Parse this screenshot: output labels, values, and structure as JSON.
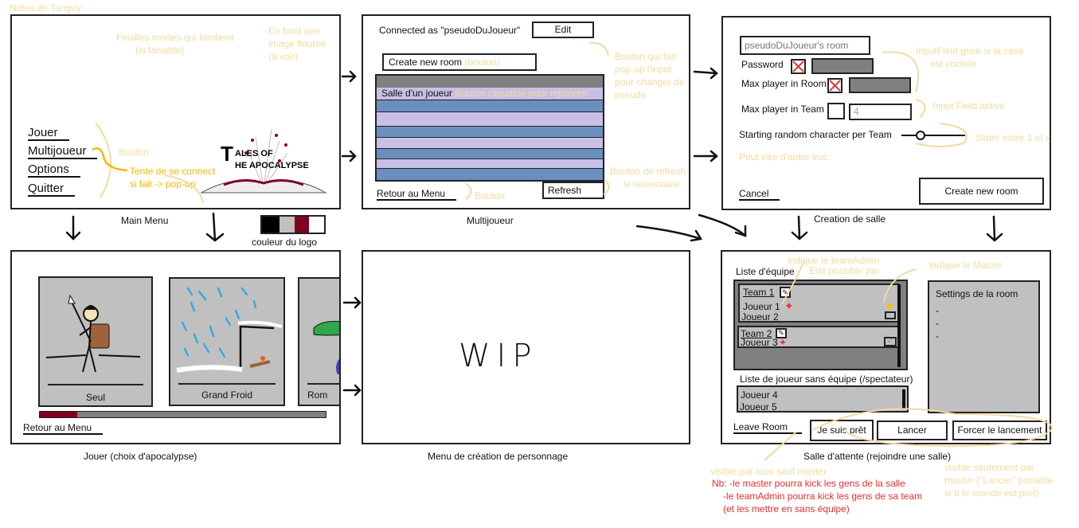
{
  "author_note": "Notes de Tanguy",
  "colors": {
    "note": "#f0dca0",
    "note_bright": "#f5b800",
    "red": "#e53030",
    "logo": [
      "#000000",
      "#c0c0c0",
      "#800020",
      "#ffffff"
    ],
    "row_purple": "#c8c0e4",
    "row_blue": "#6a8fbf"
  },
  "main_menu": {
    "caption": "Main Menu",
    "items": [
      "Jouer",
      "Multijoueur",
      "Options",
      "Quitter"
    ],
    "notes": {
      "leaves": "Feuilles mortes qui tombent",
      "leaves2": "(si faisable)",
      "bg": [
        "En fond une",
        "image floutée",
        "(à voir)"
      ],
      "button": "Bouton",
      "connect": "Tente de se connect",
      "connect2": "si fail -> pop-up"
    },
    "logo": {
      "line1": "TALES OF",
      "line2": "THE APOCALYPSE"
    },
    "logo_colors_caption": "couleur du logo"
  },
  "multi": {
    "caption": "Multijoueur",
    "connected": "Connected as \"pseudoDuJoueur\"",
    "edit": "Edit",
    "create": "Create new room",
    "create_note": "(bouton)",
    "room_row": "Salle d'un joueur",
    "room_note": "Bouton cliquable pour rejoindre",
    "refresh": "Refresh",
    "back": "Retour au Menu",
    "notes": {
      "edit": [
        "Bouton qui fait",
        "pop-up l'input",
        "pour changer de",
        "pseudo"
      ],
      "refresh": [
        "Bouton de refresh",
        "si necessaire"
      ],
      "back": "Bouton"
    }
  },
  "create_room": {
    "caption": "Creation de salle",
    "room_name_placeholder": "pseudoDuJoueur's room",
    "password": "Password",
    "max_room": "Max player in Room",
    "max_team": "Max player in Team",
    "max_team_value": "4",
    "slider_label": "Starting random character per Team",
    "slider_value": 0.3,
    "more": "Peut etre d'autre truc",
    "cancel": "Cancel",
    "create": "Create new room",
    "notes": {
      "greyed": [
        "InputField grisé si la case",
        "est cochée"
      ],
      "active": "Input Field activé",
      "slider": "Slider entre 1 et x"
    }
  },
  "play": {
    "caption": "Jouer (choix d'apocalypse)",
    "cards": [
      "Seul",
      "Grand Froid",
      "Rom"
    ],
    "scroll_progress": 0.13,
    "back": "Retour au Menu"
  },
  "character": {
    "caption": "Menu de création de personnage",
    "wip": "WIP"
  },
  "lobby": {
    "caption": "Salle d'attente (rejoindre une salle)",
    "team_list": "Liste d'équipe",
    "teams": [
      {
        "name": "Team 1",
        "players": [
          "Joueur 1",
          "Joueur 2"
        ]
      },
      {
        "name": "Team 2",
        "players": [
          "Joueur 3"
        ]
      }
    ],
    "spectators_label": "Liste de joueur sans équipe (/spectateur)",
    "spectators": [
      "Joueur 4",
      "Joueur 5"
    ],
    "settings_title": "Settings de la room",
    "settings_items": [
      "-",
      "-",
      "-"
    ],
    "leave": "Leave Room",
    "ready": "Je suis prêt",
    "launch": "Lancer",
    "force": "Forcer le lancement",
    "notes": {
      "admin": "indique le teamAdmin",
      "edit": "Edit possible par",
      "master": "indique le Master",
      "ready": "visible par tous sauf master",
      "master_only": [
        "visible seulement par",
        "master (\"Lancer\" possible",
        "si tt le monde est pret)"
      ],
      "nb": [
        "Nb: -le master pourra kick les gens de la salle",
        "-le teamAdmin pourra kick les gens de sa team",
        "(et les mettre en sans équipe)"
      ]
    }
  }
}
